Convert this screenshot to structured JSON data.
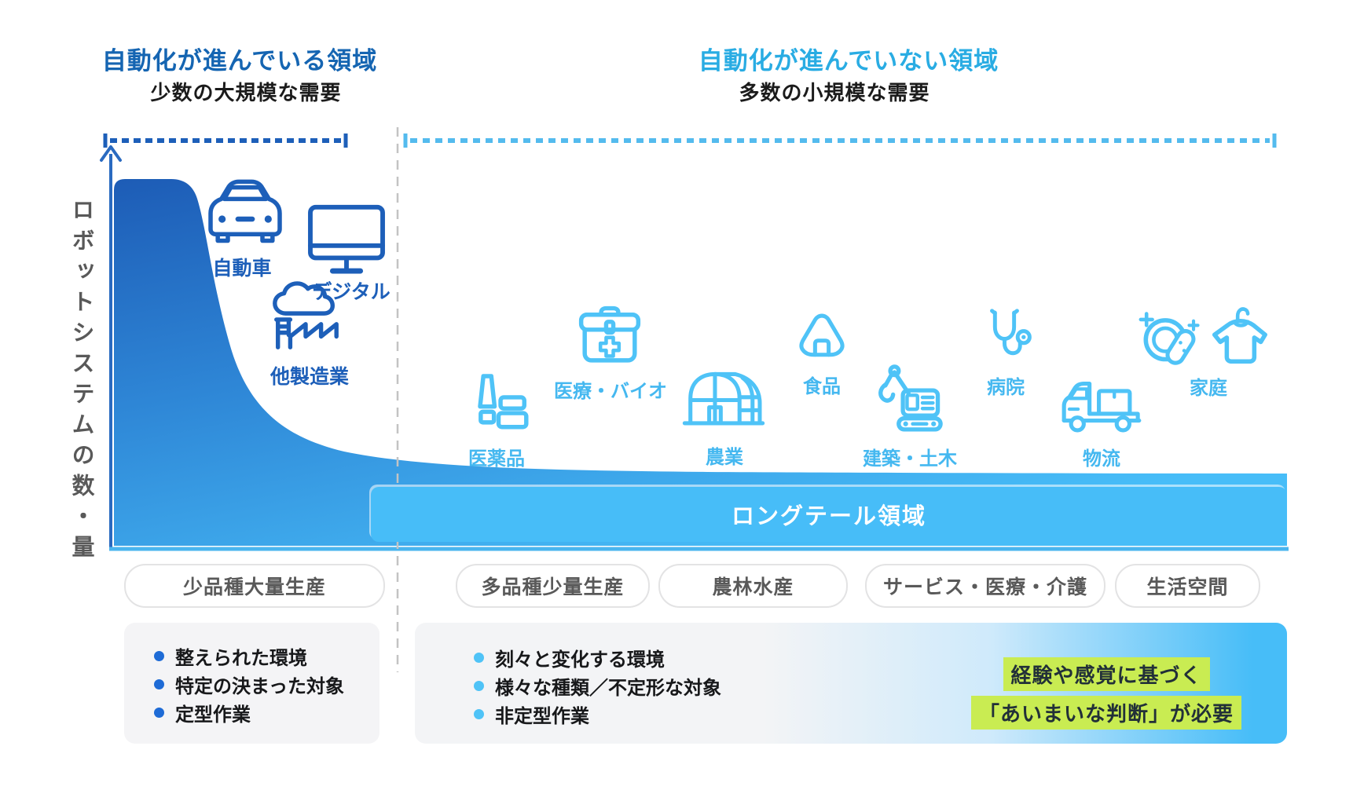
{
  "header": {
    "left": {
      "title": "自動化が進んでいる領域",
      "subtitle": "少数の大規模な需要"
    },
    "right": {
      "title": "自動化が進んでいない領域",
      "subtitle": "多数の小規模な需要"
    }
  },
  "axis": {
    "y_label": "ロボットシステムの数・量"
  },
  "chart": {
    "tail_band_label": "ロングテール領域",
    "automated_sectors": [
      {
        "icon": "car-icon",
        "label": "自動車"
      },
      {
        "icon": "monitor-icon",
        "label": "デジタル"
      },
      {
        "icon": "factory-icon",
        "label": "他製造業"
      }
    ],
    "non_automated_sectors": [
      {
        "icon": "cosmetics-icon",
        "label": "医薬品"
      },
      {
        "icon": "first-aid-bag-icon",
        "label": "医療・バイオ"
      },
      {
        "icon": "greenhouse-icon",
        "label": "農業"
      },
      {
        "icon": "onigiri-icon",
        "label": "食品"
      },
      {
        "icon": "excavator-icon",
        "label": "建築・土木"
      },
      {
        "icon": "stethoscope-icon",
        "label": "病院"
      },
      {
        "icon": "truck-icon",
        "label": "物流"
      },
      {
        "icon": "home-icon",
        "label": "家庭"
      }
    ]
  },
  "category_pills": [
    "少品種大量生産",
    "多品種少量生産",
    "農林水産",
    "サービス・医療・介護",
    "生活空間"
  ],
  "left_box": {
    "bullets": [
      "整えられた環境",
      "特定の決まった対象",
      "定型作業"
    ]
  },
  "right_box": {
    "bullets": [
      "刻々と変化する環境",
      "様々な種類／不定形な対象",
      "非定型作業"
    ],
    "highlight_line1": "経験や感覚に基づく",
    "highlight_line2": "「あいまいな判断」が必要"
  },
  "colors": {
    "dark_blue": "#1d5fb9",
    "light_blue": "#45b8f0",
    "band_blue": "#47bdf8",
    "title_dark": "#1565b2",
    "title_light": "#29ace3",
    "highlight_green": "#c9ec52",
    "gray_text": "#595959"
  }
}
